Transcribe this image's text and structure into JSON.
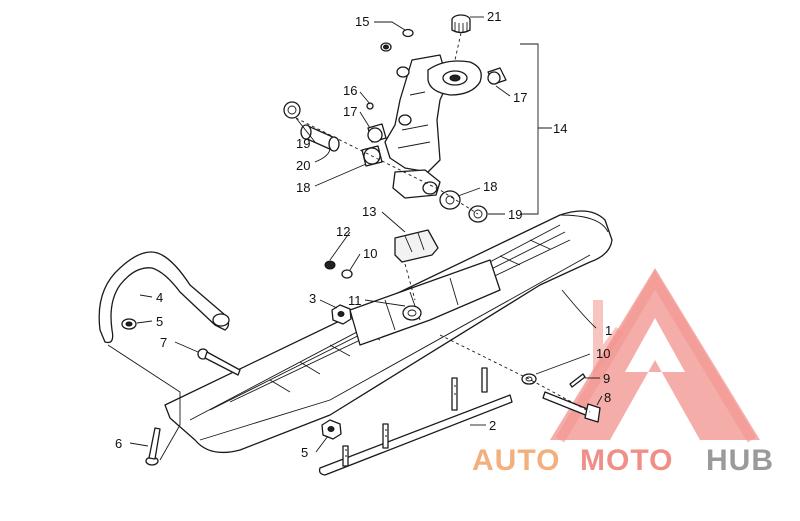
{
  "diagram": {
    "callouts": {
      "c1": "1",
      "c2": "2",
      "c3": "3",
      "c4": "4",
      "c5a": "5",
      "c5b": "5",
      "c6": "6",
      "c7": "7",
      "c8": "8",
      "c9": "9",
      "c10a": "10",
      "c10b": "10",
      "c11": "11",
      "c12": "12",
      "c13": "13",
      "c14": "14",
      "c15": "15",
      "c16": "16",
      "c17a": "17",
      "c17b": "17",
      "c18a": "18",
      "c18b": "18",
      "c19a": "19",
      "c19b": "19",
      "c20": "20",
      "c21": "21"
    }
  },
  "watermark": {
    "word_auto": "AUTO",
    "word_moto": "MOTO",
    "word_hub": "HUB",
    "colors": {
      "auto": "#f3b07f",
      "moto": "#f08f87",
      "hub": "#9a9a9a",
      "triangle": "#f07f78"
    }
  }
}
